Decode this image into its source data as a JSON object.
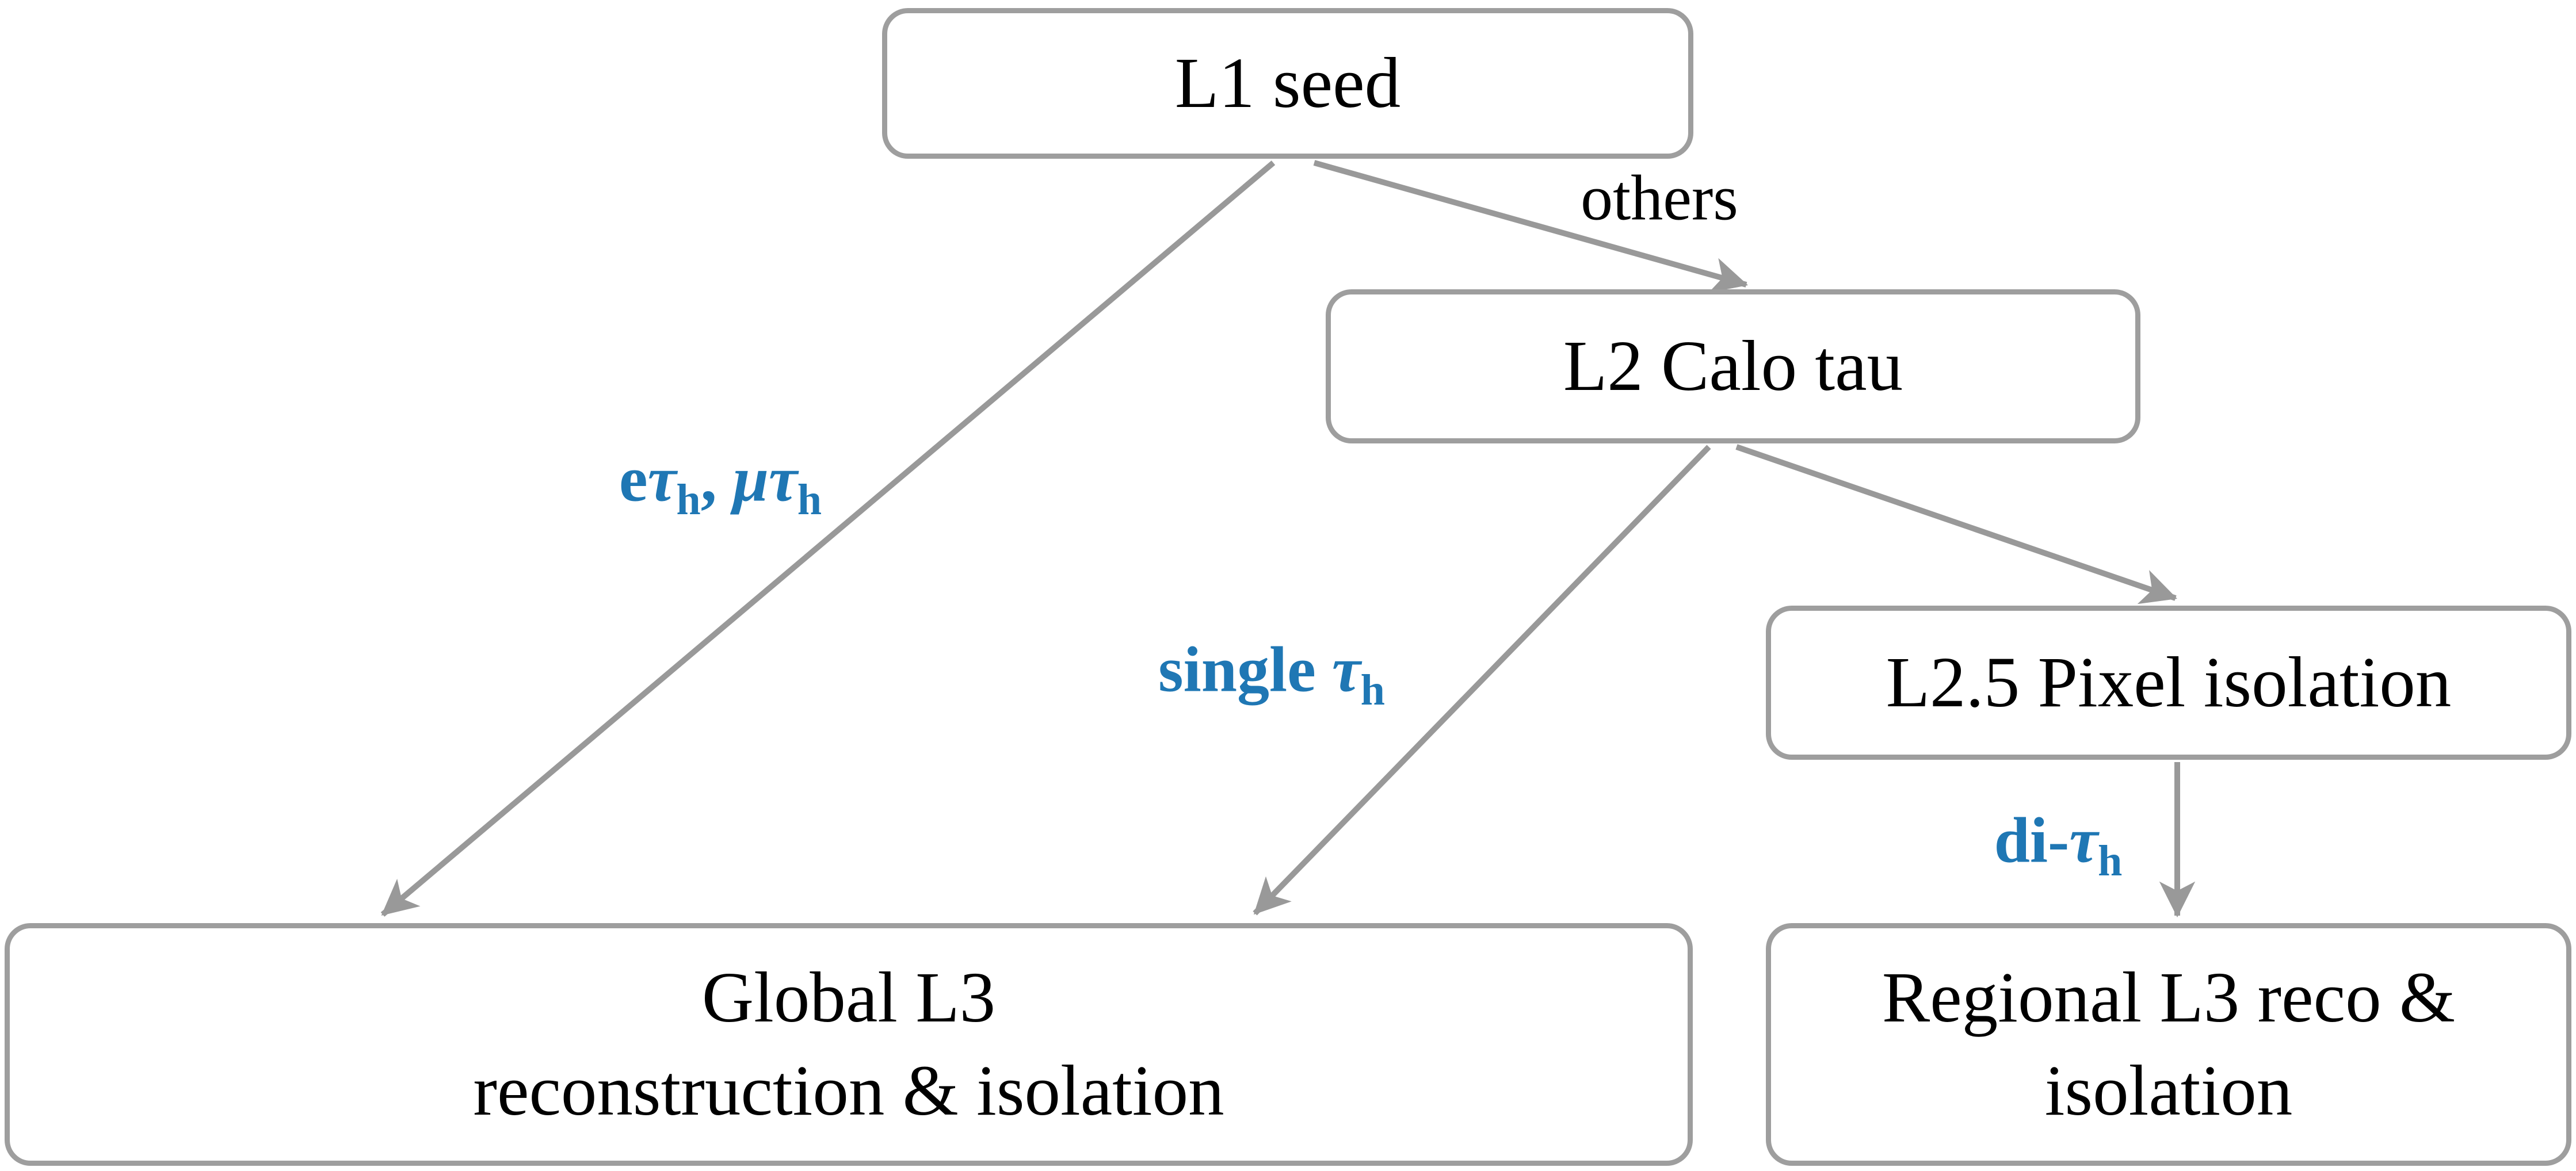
{
  "diagram": {
    "nodes": {
      "l1_seed": {
        "label": "L1 seed"
      },
      "l2_calo_tau": {
        "label": "L2 Calo tau"
      },
      "l25_pixel_isolation": {
        "label": "L2.5 Pixel isolation"
      },
      "global_l3": {
        "label": "Global L3\nreconstruction & isolation"
      },
      "regional_l3": {
        "label": "Regional L3 reco &\nisolation"
      }
    },
    "edge_labels": {
      "others": {
        "text": "others"
      },
      "etau_mutau": {
        "segments": [
          {
            "t": "e"
          },
          {
            "t": "τ",
            "i": true
          },
          {
            "t": "h",
            "sub": true
          },
          {
            "t": ", "
          },
          {
            "t": "μ",
            "i": true
          },
          {
            "t": "τ",
            "i": true
          },
          {
            "t": "h",
            "sub": true
          }
        ]
      },
      "single_tau": {
        "segments": [
          {
            "t": "single "
          },
          {
            "t": "τ",
            "i": true
          },
          {
            "t": "h",
            "sub": true
          }
        ]
      },
      "di_tau": {
        "segments": [
          {
            "t": "di-"
          },
          {
            "t": "τ",
            "i": true
          },
          {
            "t": "h",
            "sub": true
          }
        ]
      }
    },
    "colors": {
      "background": "#ffffff",
      "box_border": "#9e9e9e",
      "arrow": "#999999",
      "text": "#000000",
      "accent_blue": "#1f77b4"
    }
  }
}
